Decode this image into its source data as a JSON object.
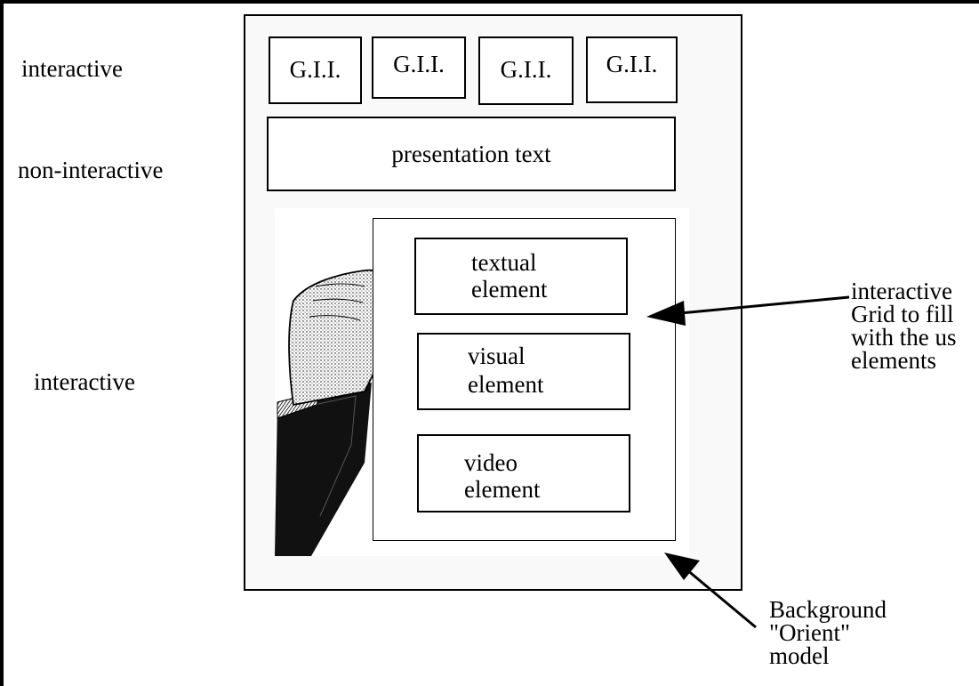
{
  "labels": {
    "top_row": "interactive",
    "middle_row": "non-interactive",
    "lower_row": "interactive"
  },
  "gii_buttons": [
    "G.I.I.",
    "G.I.I.",
    "G.I.I.",
    "G.I.I."
  ],
  "presentation_text": "presentation text",
  "elements": {
    "textual": [
      "textual",
      "element"
    ],
    "visual": [
      "visual",
      "element"
    ],
    "video": [
      "video",
      "element"
    ]
  },
  "grid_note": [
    "interactive",
    "Grid to fill",
    "with the us",
    "elements"
  ],
  "background_note": [
    "Background",
    "\"Orient\"",
    "model"
  ]
}
